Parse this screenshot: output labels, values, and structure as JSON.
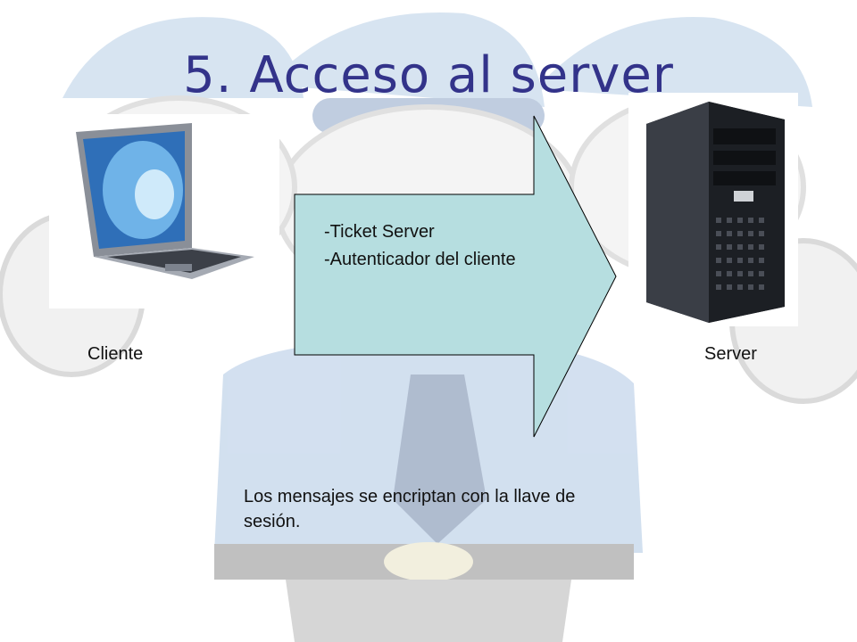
{
  "slide": {
    "title": "5. Acceso al server",
    "client_label": "Cliente",
    "server_label": "Server",
    "arrow_items": [
      "-Ticket Server",
      "-Autenticador del cliente"
    ],
    "note": "Los mensajes se encriptan con la llave de sesión."
  },
  "colors": {
    "title": "#33338a",
    "arrow_fill": "#b6dee0",
    "background_art": "#d9d9d9"
  },
  "icons": [
    "laptop-image",
    "server-tower-image",
    "police-cartoon-background"
  ]
}
